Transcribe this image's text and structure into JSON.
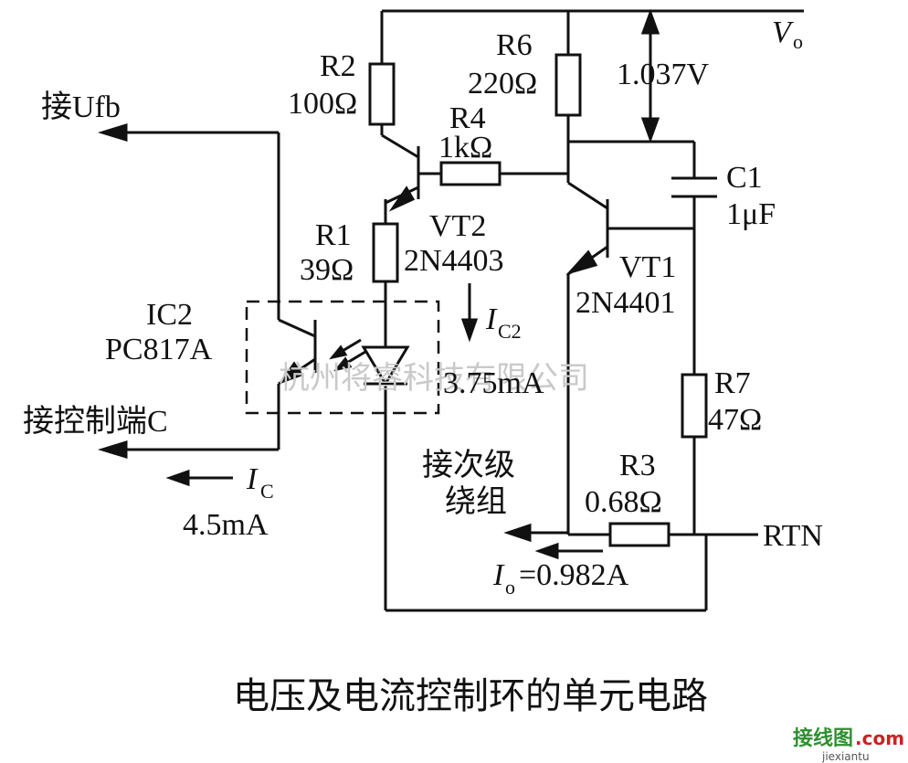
{
  "labels": {
    "r2_name": "R2",
    "r2_value": "100Ω",
    "r6_name": "R6",
    "r6_value": "220Ω",
    "vo_voltage": "1.037V",
    "vo_symbol": "V",
    "vo_sub": "o",
    "feedback": "接Ufb",
    "r4_name": "R4",
    "r4_value": "1kΩ",
    "c1_name": "C1",
    "c1_value": "1μF",
    "r1_name": "R1",
    "r1_value": "39Ω",
    "vt2_name": "VT2",
    "vt2_part": "2N4403",
    "vt1_name": "VT1",
    "vt1_part": "2N4401",
    "ic2_name": "IC2",
    "ic2_part": "PC817A",
    "ic2_current_symbol": "I",
    "ic2_current_sub": "C2",
    "ic2_current_value": "3.75mA",
    "control": "接控制端C",
    "ic_symbol": "I",
    "ic_sub": "C",
    "ic_value": "4.5mA",
    "r7_name": "R7",
    "r7_value": "47Ω",
    "secondary_line1": "接次级",
    "secondary_line2": "绕组",
    "r3_name": "R3",
    "r3_value": "0.68Ω",
    "rtn": "RTN",
    "io_symbol": "I",
    "io_sub": "o",
    "io_value": "=0.982A",
    "caption": "电压及电流控制环的单元电路",
    "watermark": "杭州将睿科技有限公司",
    "logo_cn": "接线图",
    "logo_com": ".com",
    "logo_url": "jiexiantu"
  }
}
